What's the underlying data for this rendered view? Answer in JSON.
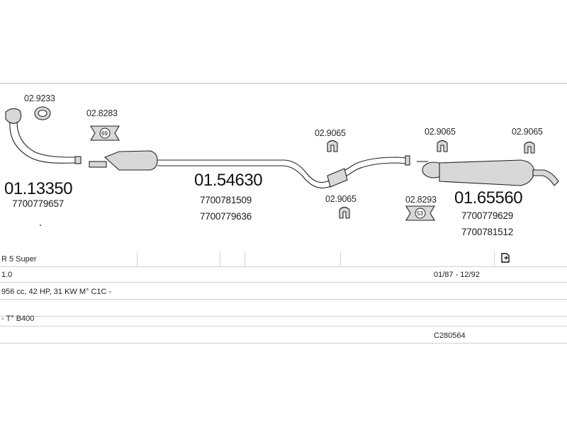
{
  "diagram": {
    "clamp_part": "02.9233",
    "gasket_front": {
      "code": "02.8283",
      "size": "69"
    },
    "gasket_rear": {
      "code": "02.8293",
      "size": "53"
    },
    "hanger_1": "02.9065",
    "hanger_2": "02.9065",
    "hanger_3": "02.9065",
    "hanger_4": "02.9065",
    "front_pipe": {
      "code": "01.13350",
      "oem": [
        "7700779657"
      ]
    },
    "middle_silencer": {
      "code": "01.54630",
      "oem": [
        "7700781509",
        "7700779636"
      ]
    },
    "rear_silencer": {
      "code": "01.65560",
      "oem": [
        "7700779629",
        "7700781512"
      ]
    }
  },
  "info": {
    "model": "R 5 Super",
    "engine": "1.0",
    "period": "01/87 - 12/92",
    "specs": "956 cc, 42 HP, 31 KW M° C1C -",
    "gearbox": "- T° B400",
    "catalog": "C280564"
  }
}
